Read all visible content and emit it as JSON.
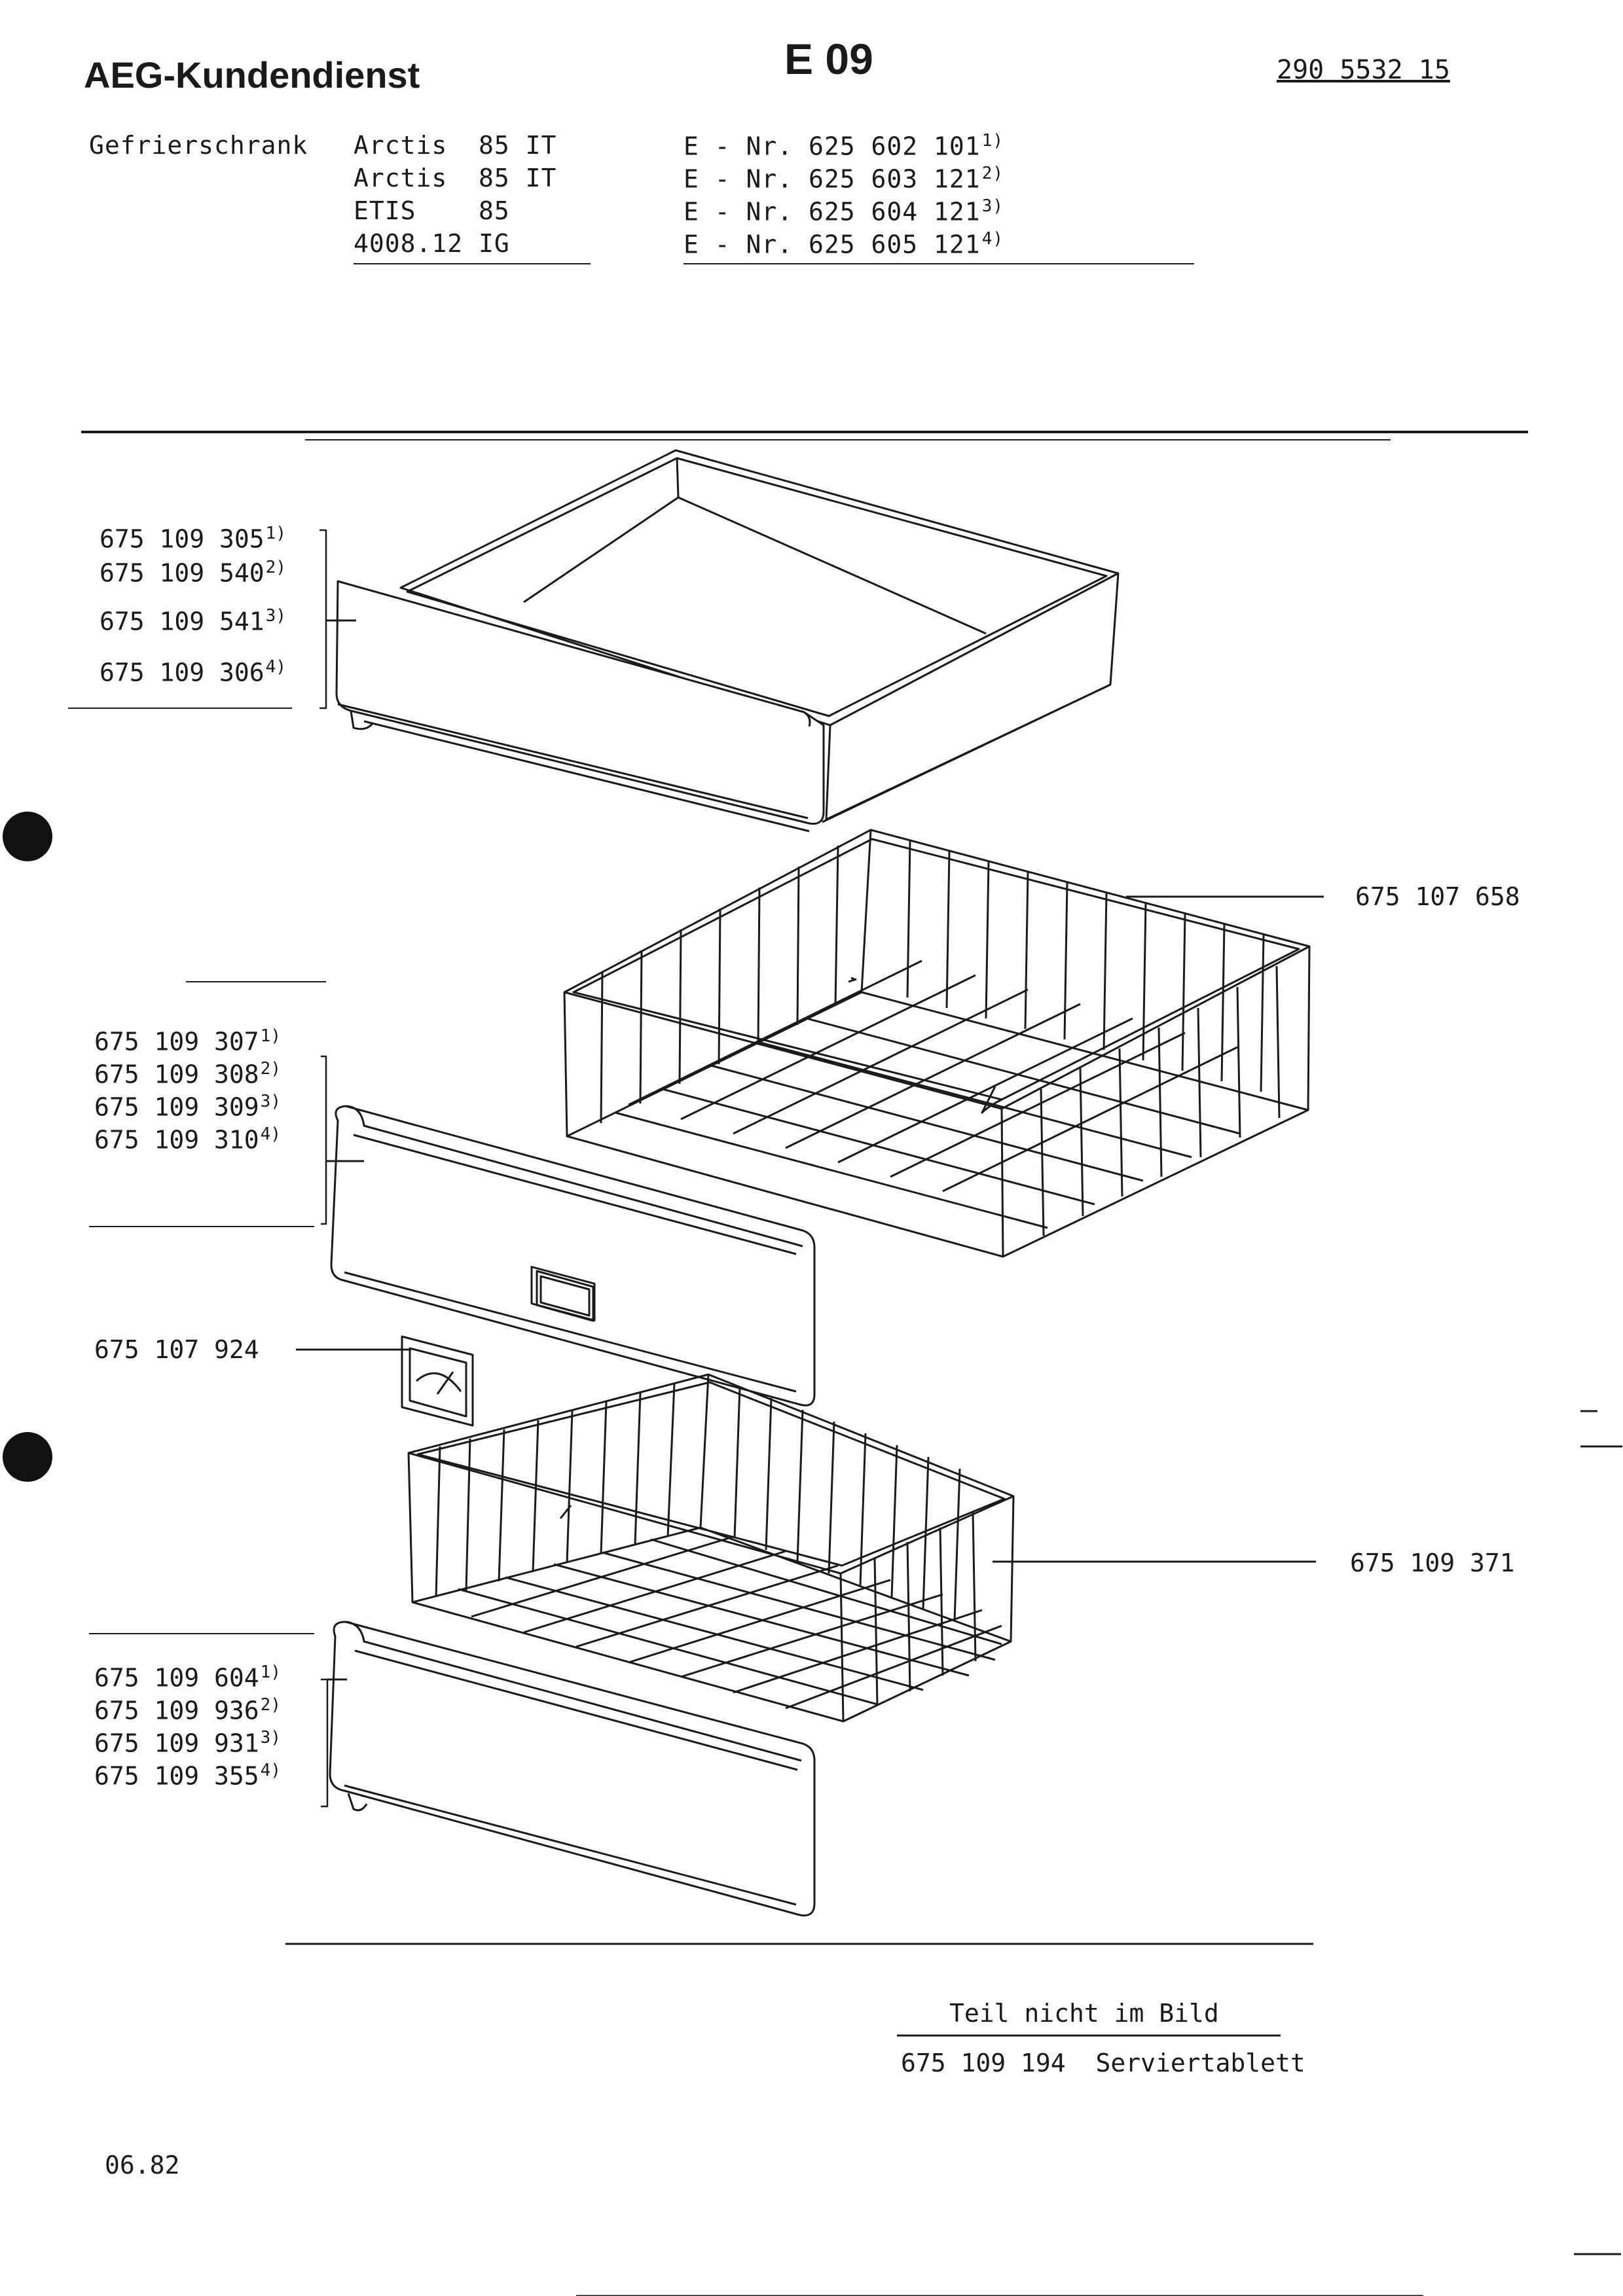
{
  "header": {
    "brand": "AEG-Kundendienst",
    "group_code": "E 09",
    "doc_number": "290 5532 15"
  },
  "models": {
    "category": "Gefrierschrank",
    "names": [
      "Arctis  85 IT",
      "Arctis  85 IT",
      "ETIS    85",
      "4008.12 IG"
    ],
    "e_numbers": [
      {
        "text": "E - Nr. 625 602 101",
        "note": "1)"
      },
      {
        "text": "E - Nr. 625 603 121",
        "note": "2)"
      },
      {
        "text": "E - Nr. 625 604 121",
        "note": "3)"
      },
      {
        "text": "E - Nr. 625 605 121",
        "note": "4)"
      }
    ]
  },
  "parts": {
    "drawer_group": [
      {
        "number": "675 109 305",
        "note": "1)"
      },
      {
        "number": "675 109 540",
        "note": "2)"
      },
      {
        "number": "675 109 541",
        "note": "3)"
      },
      {
        "number": "675 109 306",
        "note": "4)"
      }
    ],
    "upper_basket": "675 107 658",
    "front_group": [
      {
        "number": "675 109 307",
        "note": "1)"
      },
      {
        "number": "675 109 308",
        "note": "2)"
      },
      {
        "number": "675 109 309",
        "note": "3)"
      },
      {
        "number": "675 109 310",
        "note": "4)"
      }
    ],
    "indicator": "675 107 924",
    "lower_basket": "675 109 371",
    "lower_front_group": [
      {
        "number": "675 109 604",
        "note": "1)"
      },
      {
        "number": "675 109 936",
        "note": "2)"
      },
      {
        "number": "675 109 931",
        "note": "3)"
      },
      {
        "number": "675 109 355",
        "note": "4)"
      }
    ]
  },
  "footer": {
    "not_shown_heading": "Teil nicht im Bild",
    "not_shown_number": "675 109 194",
    "not_shown_name": "Serviertablett",
    "date": "06.82"
  }
}
